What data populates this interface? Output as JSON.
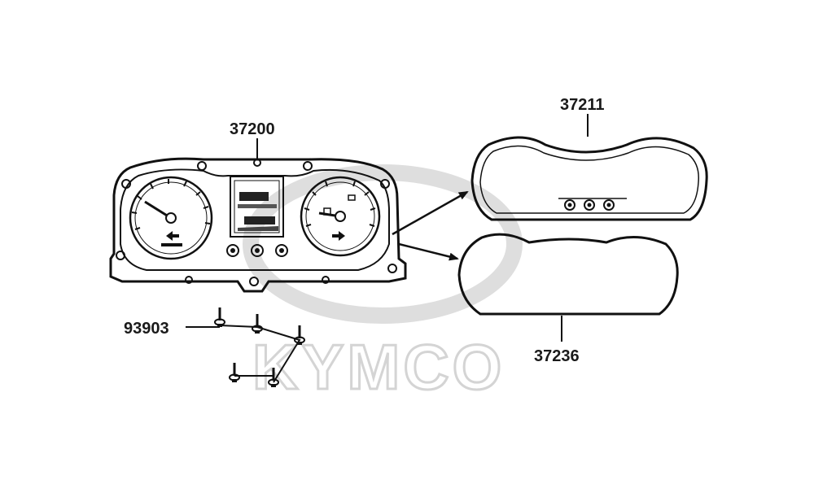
{
  "parts": {
    "meter_assembly": {
      "number": "37200"
    },
    "meter_cover": {
      "number": "37211"
    },
    "meter_lens": {
      "number": "37236"
    },
    "screw": {
      "number": "93903"
    }
  },
  "watermark": {
    "brand_text": "KYMCO"
  },
  "colors": {
    "ink": "#111111",
    "watermark": "#d4d4d4",
    "background": "#ffffff"
  }
}
